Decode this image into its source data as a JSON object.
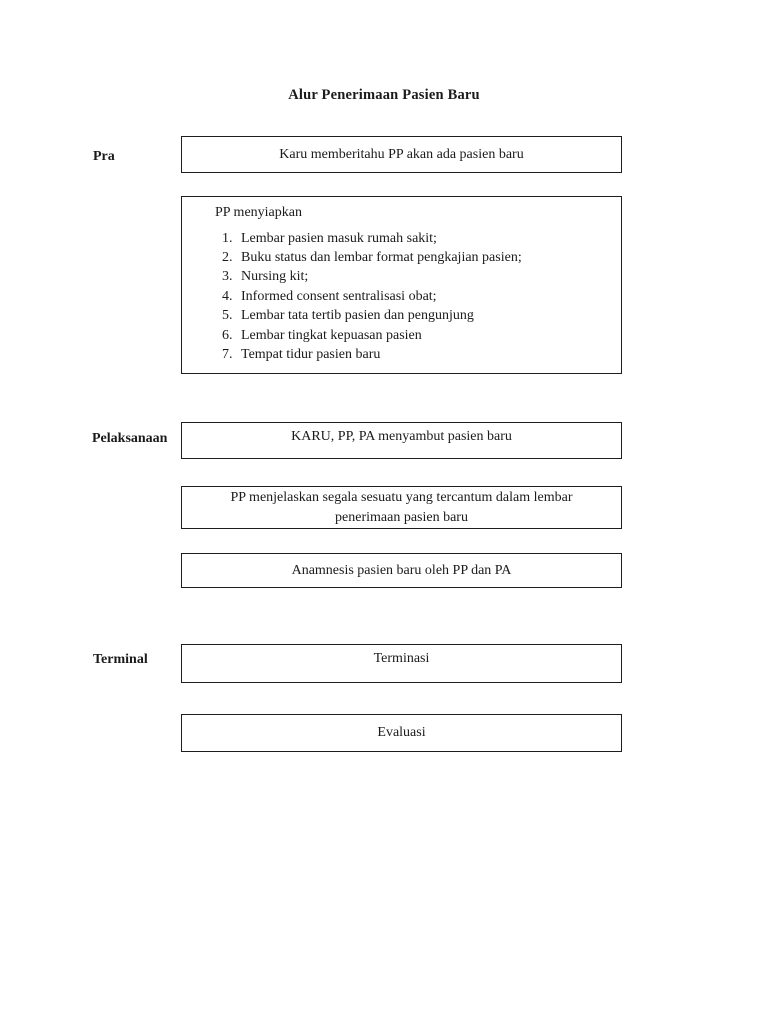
{
  "document": {
    "title": "Alur Penerimaan Pasien Baru"
  },
  "stages": {
    "pra": "Pra",
    "pelaksanaan": "Pelaksanaan",
    "terminal": "Terminal"
  },
  "flow": {
    "step1": "Karu memberitahu PP akan ada pasien baru",
    "preparation": {
      "heading": "PP menyiapkan",
      "items": [
        "Lembar pasien masuk rumah sakit;",
        "Buku status dan lembar format pengkajian pasien;",
        "Nursing kit;",
        "Informed consent sentralisasi obat;",
        "Lembar tata tertib pasien dan pengunjung",
        "Lembar tingkat kepuasan pasien",
        "Tempat tidur pasien baru"
      ]
    },
    "step3": "KARU, PP, PA menyambut pasien baru",
    "step4": "PP menjelaskan segala sesuatu yang tercantum dalam lembar penerimaan pasien baru",
    "step5": "Anamnesis pasien baru oleh PP dan PA",
    "step6": "Terminasi",
    "step7": "Evaluasi"
  },
  "colors": {
    "border": "#1e1e1e",
    "text": "#1b1b1b",
    "background": "#ffffff"
  }
}
